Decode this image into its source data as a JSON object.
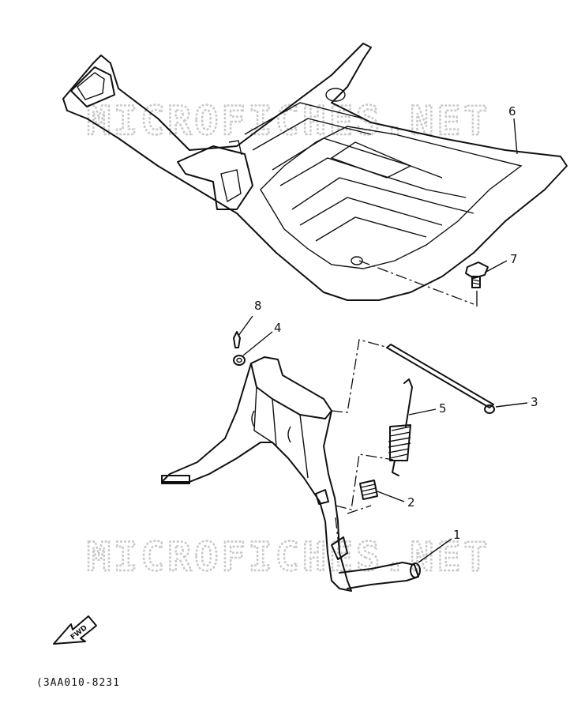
{
  "watermark": {
    "text": "MICROFICHES.NET"
  },
  "diagram_code": "(3AA010-8231",
  "fwd_label": "FWD",
  "callouts": [
    {
      "id": "1",
      "part": "return spring bar"
    },
    {
      "id": "2",
      "part": "compression spring"
    },
    {
      "id": "3",
      "part": "pivot shaft"
    },
    {
      "id": "4",
      "part": "washer"
    },
    {
      "id": "5",
      "part": "tension spring"
    },
    {
      "id": "6",
      "part": "footrest board"
    },
    {
      "id": "7",
      "part": "bolt"
    },
    {
      "id": "8",
      "part": "cotter pin"
    }
  ]
}
